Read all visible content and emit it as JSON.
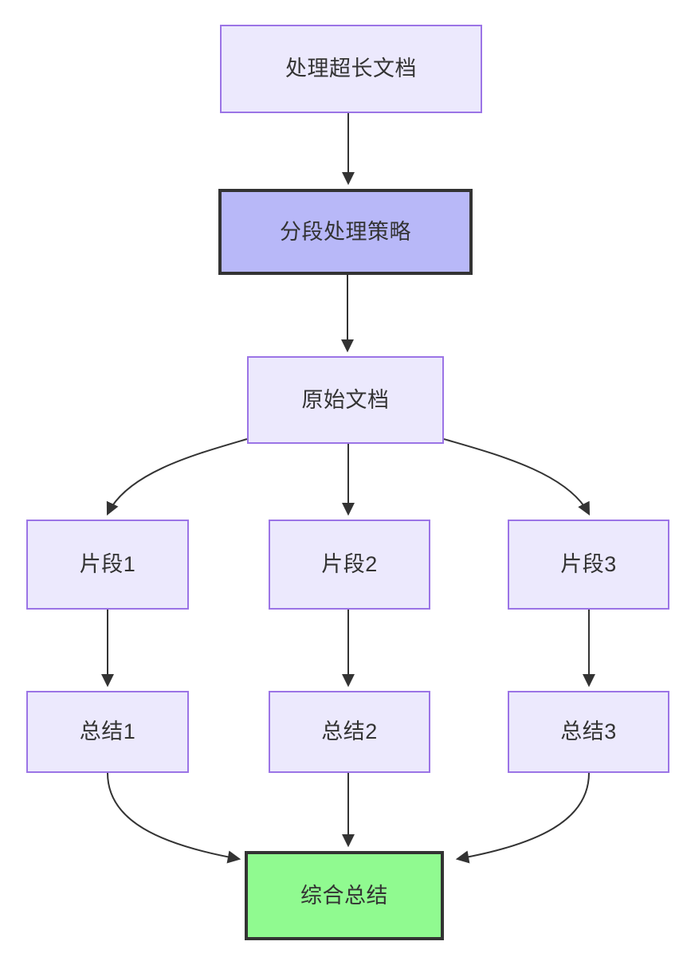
{
  "diagram": {
    "title": "",
    "background_color": "#ffffff",
    "edge_color": "#333333",
    "text_color": "#333333",
    "node_styles": {
      "plain": {
        "fill": "#ece9fd",
        "stroke": "#9b74e6"
      },
      "highlight": {
        "fill": "#b8b8f8",
        "stroke": "#333333"
      },
      "success": {
        "fill": "#90fa90",
        "stroke": "#333333"
      }
    },
    "nodes": [
      {
        "id": "long-doc",
        "label": "处理超长文档",
        "style": "plain"
      },
      {
        "id": "strategy",
        "label": "分段处理策略",
        "style": "highlight"
      },
      {
        "id": "source-doc",
        "label": "原始文档",
        "style": "plain"
      },
      {
        "id": "frag-1",
        "label": "片段1",
        "style": "plain"
      },
      {
        "id": "frag-2",
        "label": "片段2",
        "style": "plain"
      },
      {
        "id": "frag-3",
        "label": "片段3",
        "style": "plain"
      },
      {
        "id": "sum-1",
        "label": "总结1",
        "style": "plain"
      },
      {
        "id": "sum-2",
        "label": "总结2",
        "style": "plain"
      },
      {
        "id": "sum-3",
        "label": "总结3",
        "style": "plain"
      },
      {
        "id": "final",
        "label": "综合总结",
        "style": "success"
      }
    ],
    "edges": [
      {
        "from": "long-doc",
        "to": "strategy",
        "label": ""
      },
      {
        "from": "strategy",
        "to": "source-doc",
        "label": ""
      },
      {
        "from": "source-doc",
        "to": "frag-1",
        "label": ""
      },
      {
        "from": "source-doc",
        "to": "frag-2",
        "label": ""
      },
      {
        "from": "source-doc",
        "to": "frag-3",
        "label": ""
      },
      {
        "from": "frag-1",
        "to": "sum-1",
        "label": ""
      },
      {
        "from": "frag-2",
        "to": "sum-2",
        "label": ""
      },
      {
        "from": "frag-3",
        "to": "sum-3",
        "label": ""
      },
      {
        "from": "sum-1",
        "to": "final",
        "label": ""
      },
      {
        "from": "sum-2",
        "to": "final",
        "label": ""
      },
      {
        "from": "sum-3",
        "to": "final",
        "label": ""
      }
    ]
  }
}
